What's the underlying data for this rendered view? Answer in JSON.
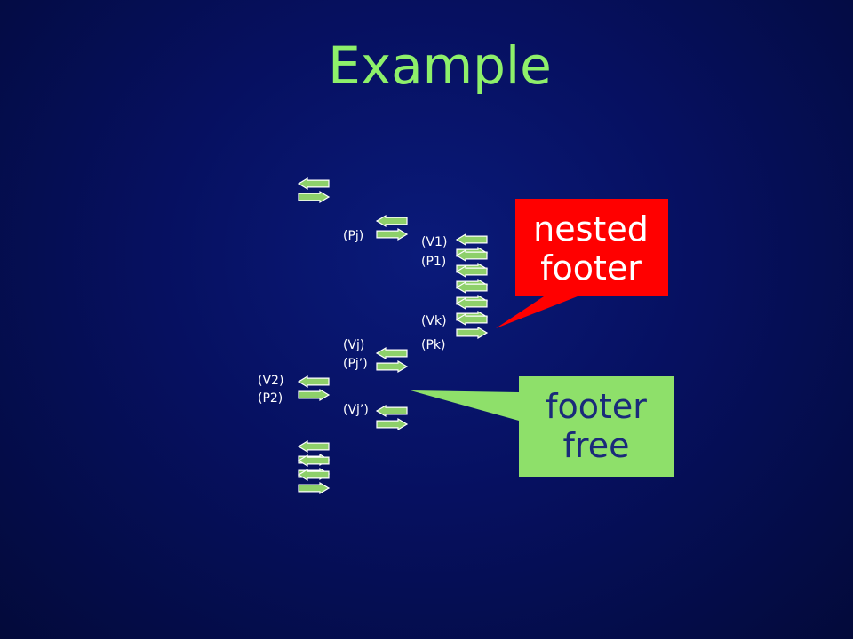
{
  "slide": {
    "title": "Example"
  },
  "labels": {
    "pj": "(Pj)",
    "v1": "(V1)",
    "p1": "(P1)",
    "vk": "(Vk)",
    "vj": "(Vj)",
    "pk": "(Pk)",
    "pj_prime": "(Pj’)",
    "v2": "(V2)",
    "p2": "(P2)",
    "vj_prime": "(Vj’)"
  },
  "callouts": {
    "nested": {
      "line1": "nested",
      "line2": "footer",
      "color": "#ff0000",
      "text_color": "#ffffff"
    },
    "free": {
      "line1": "footer",
      "line2": "free",
      "color": "#8ee06a",
      "text_color": "#1a2a7a"
    }
  },
  "colors": {
    "background": "#061060",
    "title": "#8ef06a",
    "arrow_fill": "#8ed06a",
    "arrow_stroke": "#ffffff"
  }
}
